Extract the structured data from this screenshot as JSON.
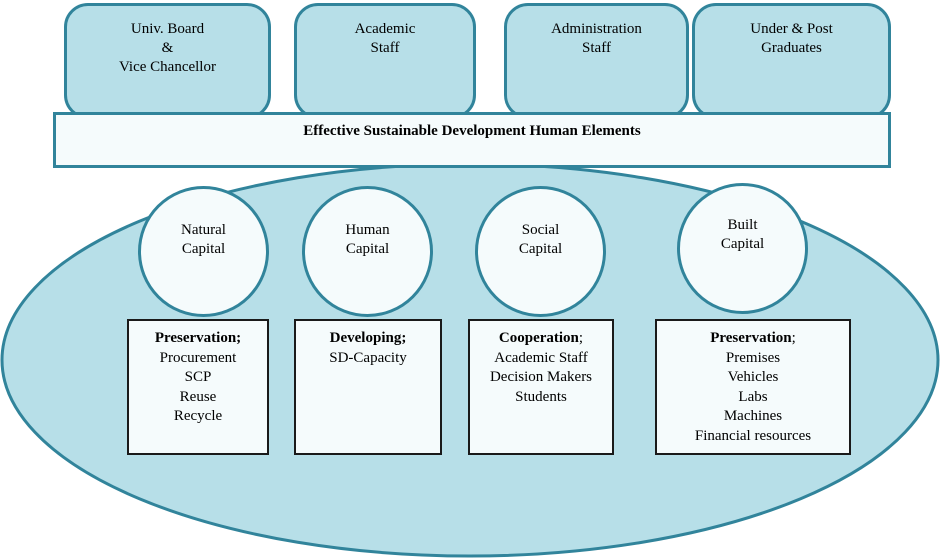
{
  "colors": {
    "fill": "#b7dfe8",
    "stroke": "#31849b",
    "light": "#f5fbfc"
  },
  "stakeholders": [
    {
      "lines": [
        "Univ. Board",
        "&",
        "Vice Chancellor"
      ]
    },
    {
      "lines": [
        "Academic",
        "Staff"
      ]
    },
    {
      "lines": [
        "Administration",
        "Staff"
      ]
    },
    {
      "lines": [
        "Under & Post",
        "Graduates"
      ]
    }
  ],
  "banner": "Effective Sustainable Development Human Elements",
  "capitals": [
    {
      "lines": [
        "Natural",
        "Capital"
      ],
      "heading": "Preservation;",
      "heading_suffix": "",
      "items": [
        "Procurement",
        "SCP",
        "Reuse",
        "Recycle"
      ]
    },
    {
      "lines": [
        "Human",
        "Capital"
      ],
      "heading": "Developing;",
      "heading_suffix": "",
      "items": [
        "SD-Capacity"
      ]
    },
    {
      "lines": [
        "Social",
        "Capital"
      ],
      "heading": "Cooperation",
      "heading_suffix": ";",
      "items": [
        "Academic Staff",
        "Decision Makers",
        "Students"
      ]
    },
    {
      "lines": [
        "Built",
        "Capital"
      ],
      "heading": "Preservation",
      "heading_suffix": ";",
      "items": [
        "Premises",
        "Vehicles",
        "Labs",
        "Machines",
        "Financial resources"
      ]
    }
  ]
}
